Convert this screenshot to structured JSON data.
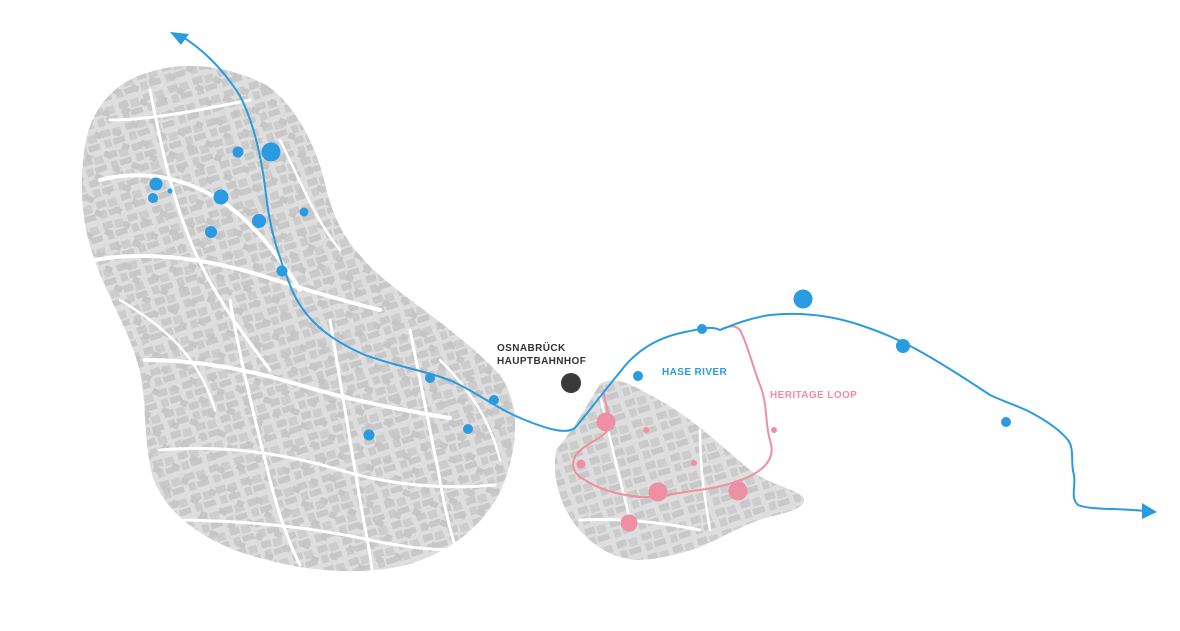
{
  "map": {
    "colors": {
      "background": "#ffffff",
      "city_fabric": "#dedede",
      "buildings": "#c9c9c9",
      "streets": "#ffffff",
      "river": "#2a9be0",
      "heritage": "#ef8fa3",
      "station": "#3a3a3a"
    },
    "station": {
      "line1": "OSNABRÜCK",
      "line2": "HAUPTBAHNHOF"
    },
    "labels": {
      "river": "HASE RIVER",
      "heritage": "HERITAGE LOOP"
    },
    "icons": {
      "river_arrow_start": "arrow-up-left-icon",
      "river_arrow_end": "arrow-right-icon",
      "station": "circle-icon"
    }
  }
}
